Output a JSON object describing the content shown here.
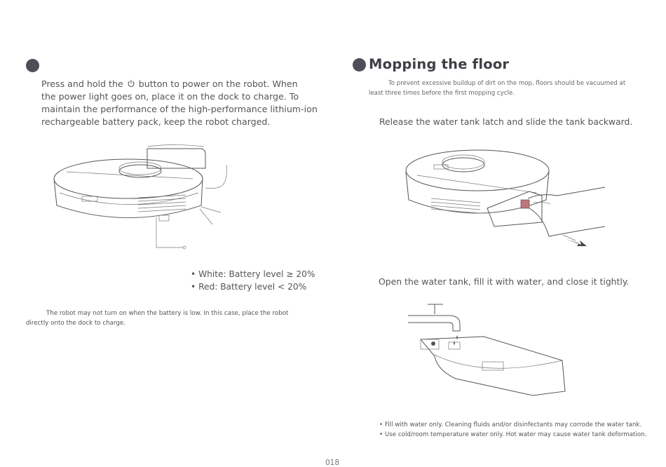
{
  "left": {
    "intro_pre": "Press and hold the",
    "intro_lines": [
      "button to power on the robot. When",
      "the power light goes on, place it on the dock to charge. To",
      "maintain the performance of the high-performance lithium-ion",
      "rechargeable battery pack, keep the robot charged."
    ],
    "bullets": [
      "• White: Battery level ≥ 20%",
      "• Red: Battery level < 20%"
    ],
    "note_lines": [
      "The robot may not turn on when the battery is low. In this case, place the robot",
      "directly onto the dock to charge."
    ]
  },
  "right": {
    "title": "Mopping the floor",
    "intro_lines": [
      "To prevent excessive buildup of dirt on the mop, floors should be vacuumed at",
      "least three times before the first mopping cycle."
    ],
    "step1": "Release the water tank latch and slide the tank backward.",
    "step2": "Open the water tank, fill it with water, and close it tightly.",
    "notes": [
      "• Fill with water only. Cleaning fluids and/or disinfectants may corrode the water tank.",
      "• Use cold/room temperature water only. Hot water may cause water tank deformation."
    ]
  },
  "page_number": "018",
  "colors": {
    "bullet_dot": "#4d4e58",
    "text": "#555555"
  },
  "icons": {
    "power": "power-icon"
  }
}
